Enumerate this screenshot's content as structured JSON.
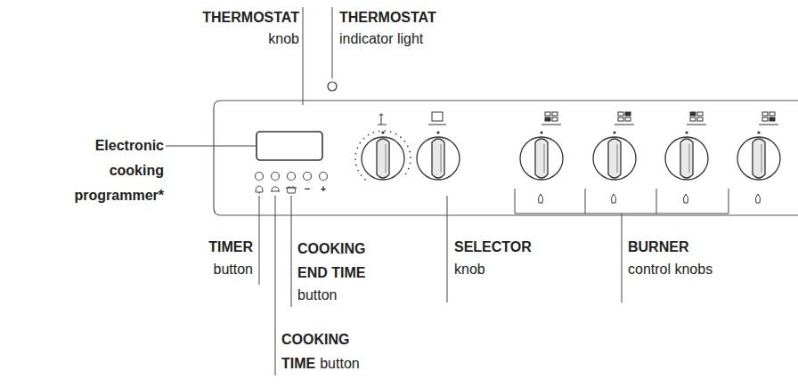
{
  "diagram": {
    "labels": [
      "THERMOSTAT",
      "knob",
      "THERMOSTAT",
      "indicator light",
      "Electronic cooking programmer*",
      "TIMER",
      "button",
      "COOKING END TIME",
      "button",
      "COOKING TIME",
      "button",
      "SELECTOR",
      "knob",
      "BURNER",
      "control knobs",
      "−",
      "+"
    ]
  }
}
